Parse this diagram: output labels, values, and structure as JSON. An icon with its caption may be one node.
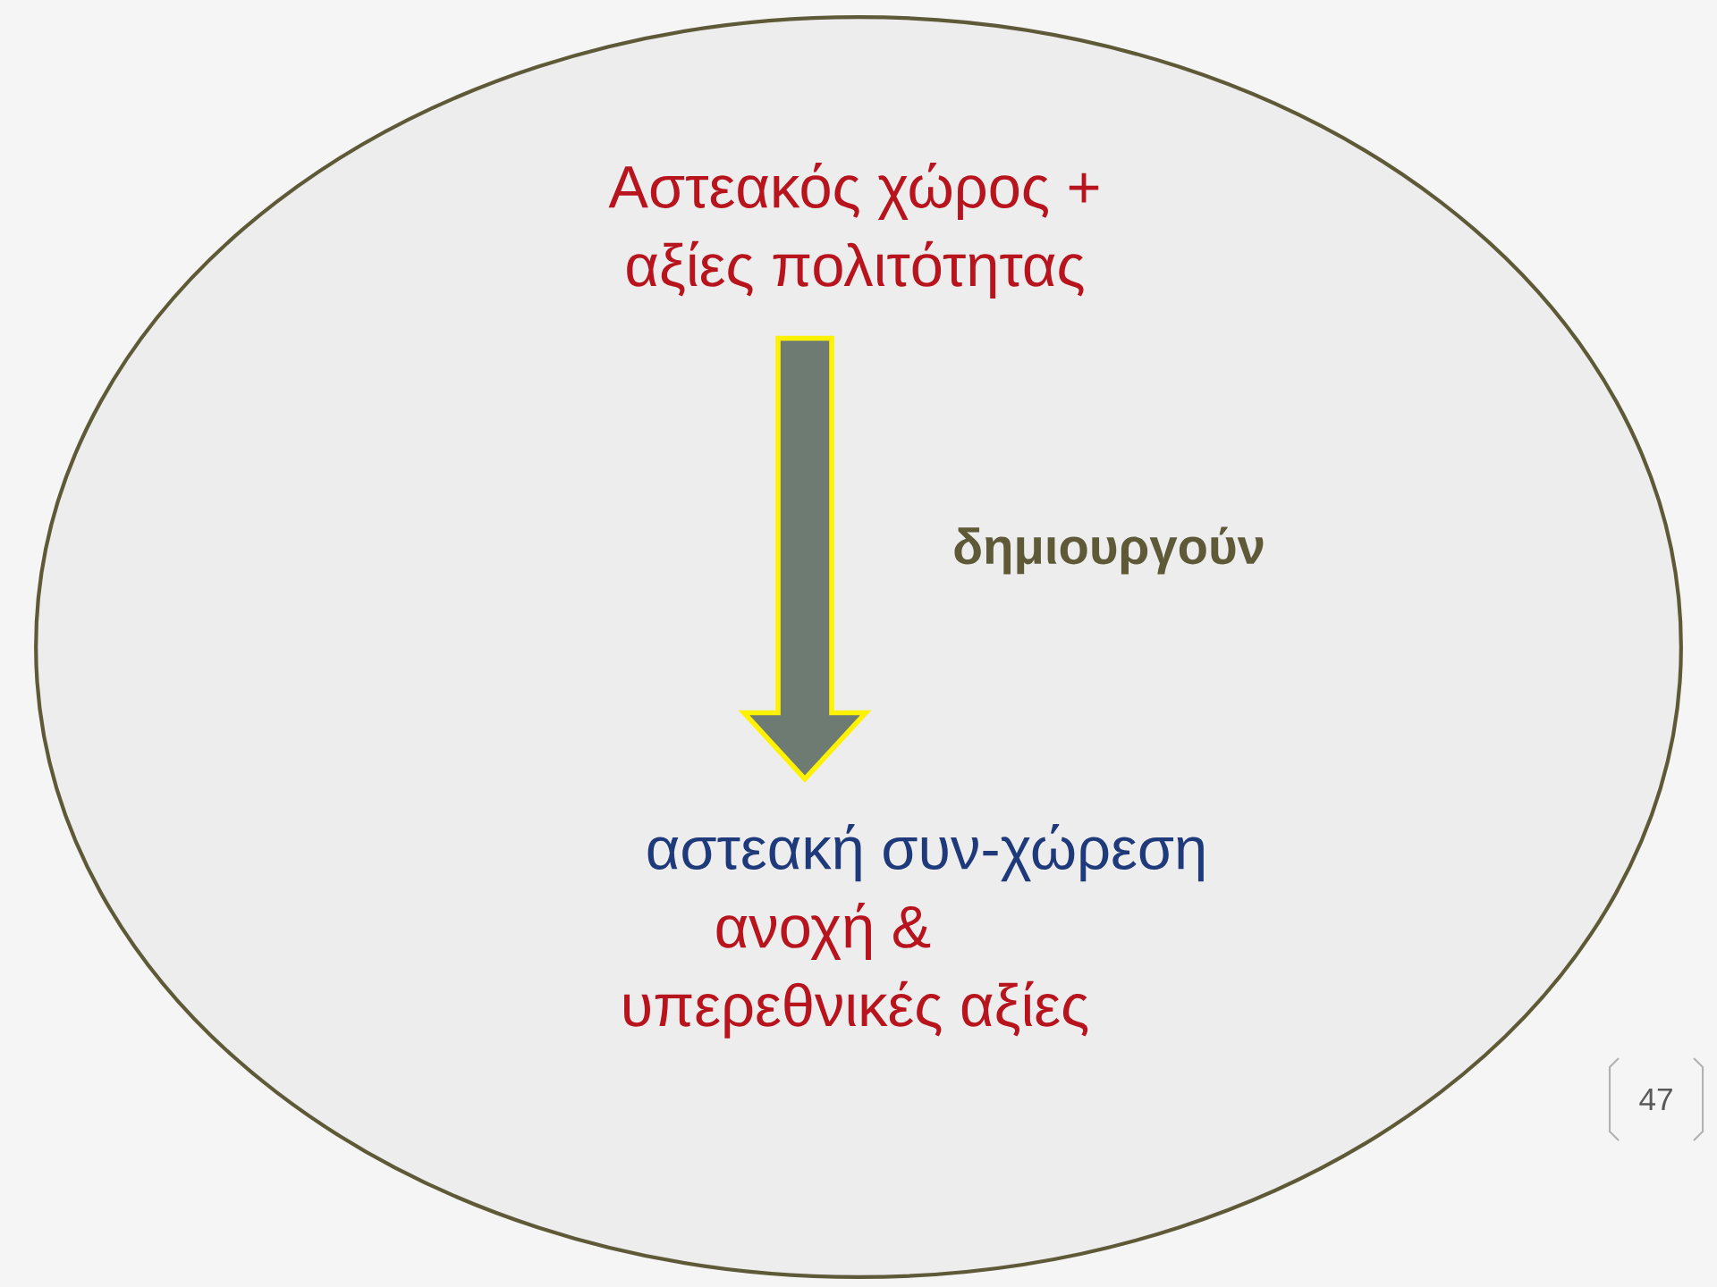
{
  "diagram": {
    "nodes": [
      {
        "text": [],
        "shape": "ellipse"
      },
      {
        "text": [
          "Αστεακός χώρος +",
          "αξίες πολιτότητας"
        ],
        "in": 0
      },
      {
        "text": [
          "αστεακή συν-χώρεση",
          "ανοχή &",
          "υπερεθνικές αξίες"
        ],
        "in": 0
      }
    ],
    "edges": [
      {
        "from": 1,
        "to": 2,
        "arrow": "to",
        "label": "δημιουργούν",
        "style": "thick"
      }
    ],
    "labels": [
      "47"
    ]
  }
}
